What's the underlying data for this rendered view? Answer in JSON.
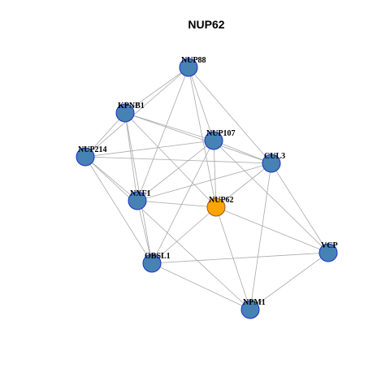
{
  "title": "NUP62",
  "colors": {
    "node_fill": "#4682b4",
    "node_stroke": "#1c2fc9",
    "focus_fill": "#ffa500",
    "focus_stroke": "#a0522d",
    "edge": "#a9a9a9"
  },
  "graph": {
    "focus": "NUP62",
    "nodes": [
      {
        "id": "NUP88",
        "label": "NUP88"
      },
      {
        "id": "KPNB1",
        "label": "KPNB1"
      },
      {
        "id": "NUP107",
        "label": "NUP107"
      },
      {
        "id": "NUP214",
        "label": "NUP214"
      },
      {
        "id": "CUL3",
        "label": "CUL3"
      },
      {
        "id": "NXF1",
        "label": "NXF1"
      },
      {
        "id": "NUP62",
        "label": "NUP62"
      },
      {
        "id": "VCP",
        "label": "VCP"
      },
      {
        "id": "OBSL1",
        "label": "OBSL1"
      },
      {
        "id": "NPM1",
        "label": "NPM1"
      }
    ],
    "edges": [
      [
        "NUP88",
        "KPNB1"
      ],
      [
        "NUP88",
        "NUP214"
      ],
      [
        "NUP88",
        "NUP107"
      ],
      [
        "NUP88",
        "CUL3"
      ],
      [
        "NUP88",
        "NUP62"
      ],
      [
        "NUP88",
        "NXF1"
      ],
      [
        "KPNB1",
        "NUP214"
      ],
      [
        "KPNB1",
        "NUP107"
      ],
      [
        "KPNB1",
        "CUL3"
      ],
      [
        "KPNB1",
        "NXF1"
      ],
      [
        "KPNB1",
        "NUP62"
      ],
      [
        "KPNB1",
        "OBSL1"
      ],
      [
        "NUP214",
        "NUP107"
      ],
      [
        "NUP214",
        "CUL3"
      ],
      [
        "NUP214",
        "NXF1"
      ],
      [
        "NUP214",
        "OBSL1"
      ],
      [
        "NUP214",
        "NPM1"
      ],
      [
        "NUP107",
        "CUL3"
      ],
      [
        "NUP107",
        "NXF1"
      ],
      [
        "NUP107",
        "NUP62"
      ],
      [
        "NUP107",
        "VCP"
      ],
      [
        "NUP107",
        "OBSL1"
      ],
      [
        "CUL3",
        "NXF1"
      ],
      [
        "CUL3",
        "NUP62"
      ],
      [
        "CUL3",
        "VCP"
      ],
      [
        "CUL3",
        "NPM1"
      ],
      [
        "NXF1",
        "NUP62"
      ],
      [
        "NXF1",
        "OBSL1"
      ],
      [
        "NUP62",
        "VCP"
      ],
      [
        "NUP62",
        "OBSL1"
      ],
      [
        "NUP62",
        "NPM1"
      ],
      [
        "VCP",
        "OBSL1"
      ],
      [
        "VCP",
        "NPM1"
      ],
      [
        "OBSL1",
        "NPM1"
      ]
    ]
  }
}
